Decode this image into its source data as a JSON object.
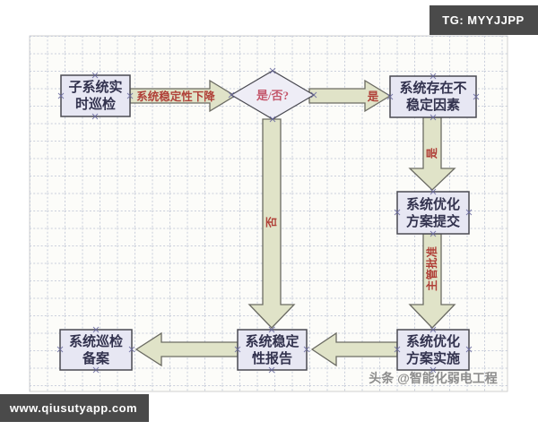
{
  "badges": {
    "top_right": "TG: MYYJJPP",
    "bottom_left": "www.qiusutyapp.com"
  },
  "watermark": "头条 @智能化弱电工程",
  "flowchart": {
    "nodes": {
      "patrol": {
        "line1": "子系统实",
        "line2": "时巡检"
      },
      "decision": {
        "label": "是/否?"
      },
      "unstable": {
        "line1": "系统存在不",
        "line2": "稳定因素"
      },
      "plan_submit": {
        "line1": "系统优化",
        "line2": "方案提交"
      },
      "plan_implement": {
        "line1": "系统优化",
        "line2": "方案实施"
      },
      "stability_report": {
        "line1": "系统稳定",
        "line2": "性报告"
      },
      "patrol_record": {
        "line1": "系统巡检",
        "line2": "备案"
      }
    },
    "edges": {
      "stability_drop": "系统稳定性下降",
      "yes_right": "是",
      "yes_down": "是",
      "approval": "主管批准",
      "no_down": "否"
    },
    "colors": {
      "node_fill": "#e7e7f3",
      "diamond_fill": "#eeedf6",
      "arrow_fill": "#e0e3c8",
      "node_stroke": "#4a4a52",
      "arrow_stroke": "#6b6b63",
      "label_red": "#b04038",
      "badge_bg": "#4a4a4a",
      "grid_line": "#c9cedb",
      "grid_bg": "#fcfcf9"
    }
  }
}
